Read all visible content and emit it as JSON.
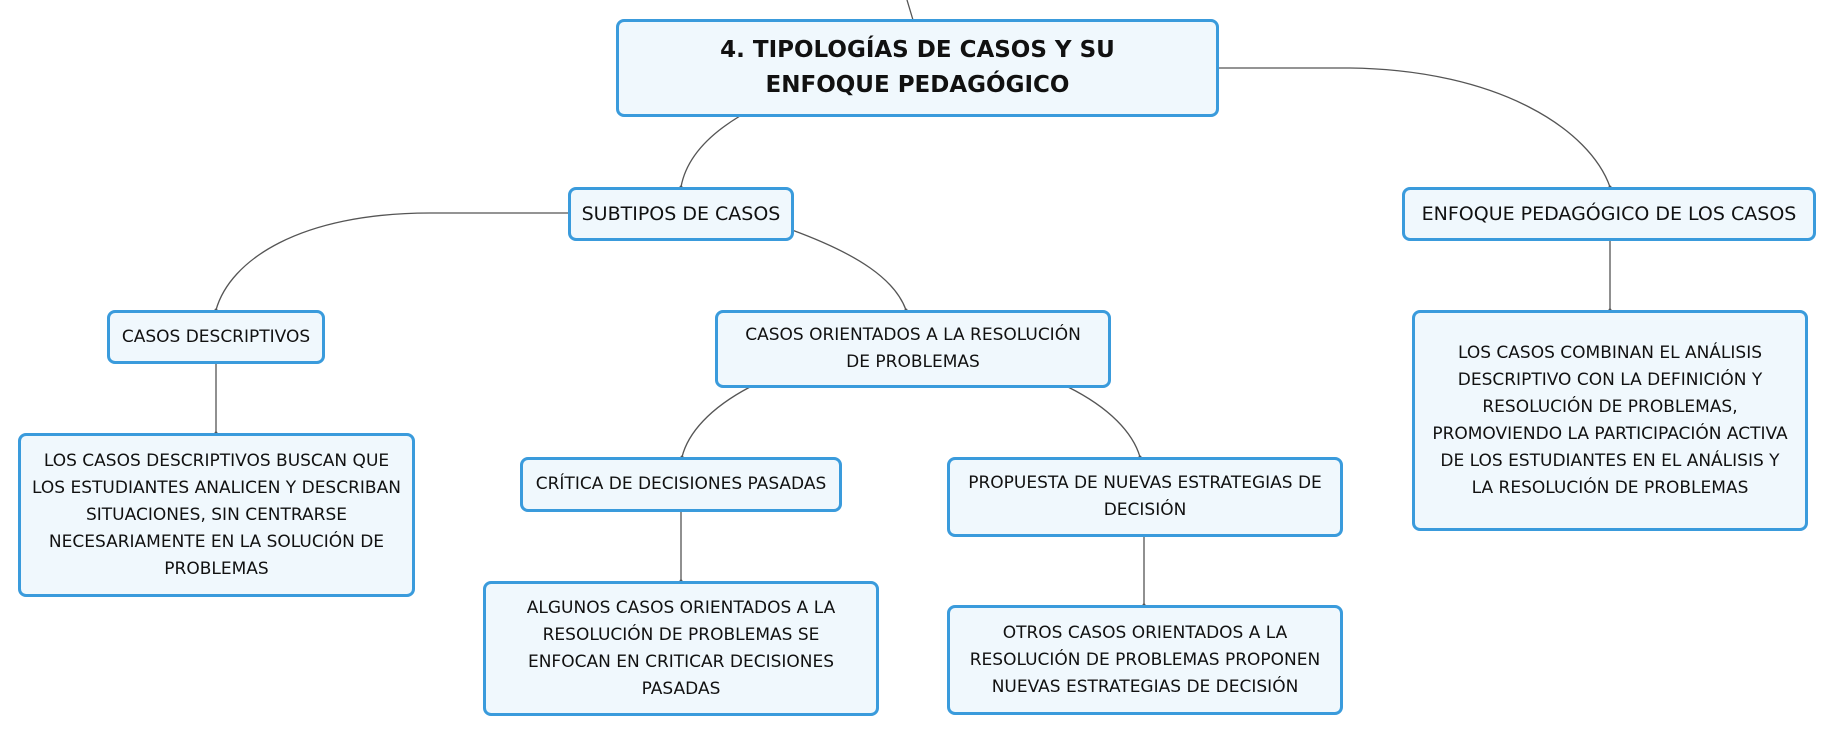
{
  "map": {
    "root": "4. TIPOLOGÍAS DE CASOS Y SU ENFOQUE PEDAGÓGICO",
    "subtipos": "SUBTIPOS DE CASOS",
    "enfoque": "ENFOQUE PEDAGÓGICO DE LOS CASOS",
    "enfoque_detail": "LOS CASOS COMBINAN EL ANÁLISIS DESCRIPTIVO CON LA DEFINICIÓN Y RESOLUCIÓN DE PROBLEMAS, PROMOVIENDO LA PARTICIPACIÓN ACTIVA DE LOS ESTUDIANTES EN EL ANÁLISIS Y LA RESOLUCIÓN DE PROBLEMAS",
    "descriptivos": "CASOS DESCRIPTIVOS",
    "descriptivos_detail": "LOS CASOS DESCRIPTIVOS BUSCAN QUE LOS ESTUDIANTES ANALICEN Y DESCRIBAN SITUACIONES, SIN CENTRARSE NECESARIAMENTE EN LA SOLUCIÓN DE PROBLEMAS",
    "resolucion": "CASOS ORIENTADOS A LA RESOLUCIÓN DE PROBLEMAS",
    "critica": "CRÍTICA DE DECISIONES PASADAS",
    "critica_detail": "ALGUNOS CASOS ORIENTADOS A LA RESOLUCIÓN DE PROBLEMAS SE ENFOCAN EN CRITICAR DECISIONES PASADAS",
    "propuesta": "PROPUESTA DE NUEVAS ESTRATEGIAS DE DECISIÓN",
    "propuesta_detail": "OTROS CASOS ORIENTADOS A LA RESOLUCIÓN DE PROBLEMAS PROPONEN NUEVAS ESTRATEGIAS DE DECISIÓN"
  },
  "colors": {
    "node_border": "#3a9bdc",
    "node_fill": "#f0f8fd",
    "connector": "#555555"
  }
}
